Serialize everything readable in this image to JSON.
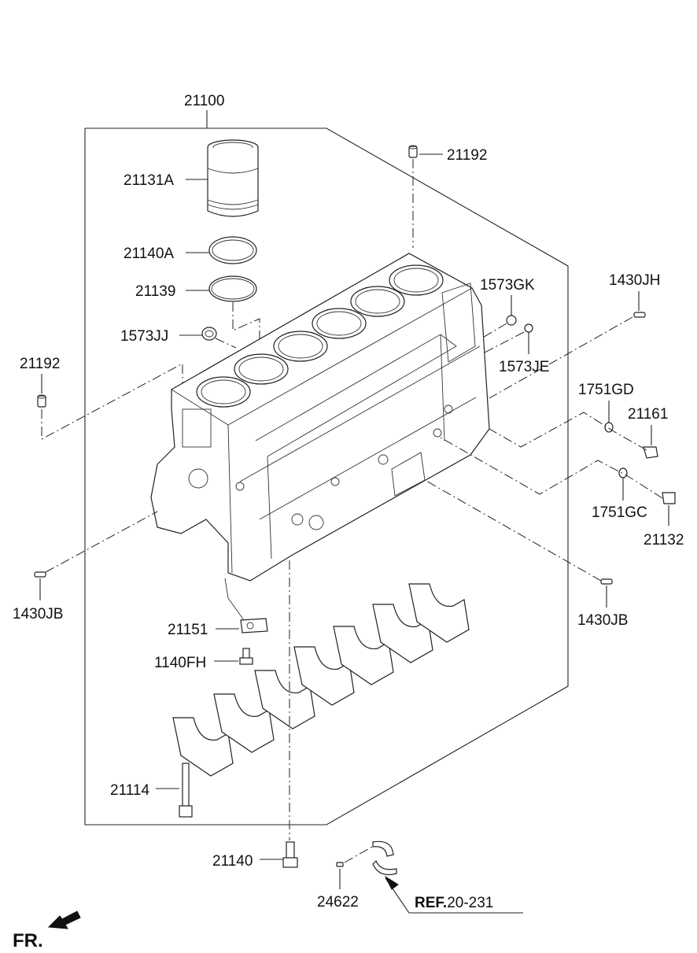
{
  "labels": {
    "assembly": "21100",
    "liner": "21131A",
    "liner_ring": "21140A",
    "ring_21139": "21139",
    "plug_jj": "1573JJ",
    "dowel_top": "21192",
    "dowel_left": "21192",
    "plug_gk": "1573GK",
    "plug_je": "1573JE",
    "pin_jh": "1430JH",
    "gasket_gd": "1751GD",
    "plug_21161": "21161",
    "gasket_gc": "1751GC",
    "plug_21132": "21132",
    "pin_jb_left": "1430JB",
    "pin_jb_right": "1430JB",
    "nozzle": "21151",
    "bolt_fh": "1140FH",
    "bolt_21114": "21114",
    "bolt_21140": "21140",
    "pin_24622": "24622",
    "ref_prefix": "REF.",
    "ref_code": "20-231",
    "front": "FR."
  }
}
